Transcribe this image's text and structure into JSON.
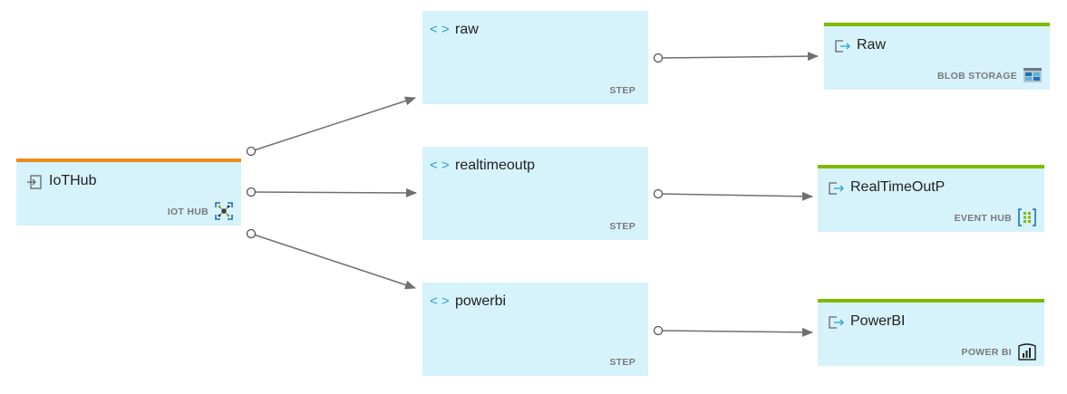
{
  "inputs": [
    {
      "name": "IoTHub",
      "kind": "IOT HUB",
      "icon": "iot-hub-icon"
    }
  ],
  "steps": [
    {
      "code_icon": "< >",
      "name": "raw",
      "kind": "STEP"
    },
    {
      "code_icon": "< >",
      "name": "realtimeoutp",
      "kind": "STEP"
    },
    {
      "code_icon": "< >",
      "name": "powerbi",
      "kind": "STEP"
    }
  ],
  "outputs": [
    {
      "name": "Raw",
      "kind": "BLOB STORAGE",
      "icon": "blob-storage-icon"
    },
    {
      "name": "RealTimeOutP",
      "kind": "EVENT HUB",
      "icon": "event-hub-icon"
    },
    {
      "name": "PowerBI",
      "kind": "POWER BI",
      "icon": "power-bi-icon"
    }
  ],
  "edges": [
    {
      "from": "IoTHub",
      "to": "raw"
    },
    {
      "from": "IoTHub",
      "to": "realtimeoutp"
    },
    {
      "from": "IoTHub",
      "to": "powerbi"
    },
    {
      "from": "raw",
      "to": "Raw"
    },
    {
      "from": "realtimeoutp",
      "to": "RealTimeOutP"
    },
    {
      "from": "powerbi",
      "to": "PowerBI"
    }
  ],
  "colors": {
    "node_bg": "#d6f2fb",
    "input_accent": "#ea8e1b",
    "output_accent": "#7fba00",
    "edge": "#707070",
    "code_icon": "#2aa2cd"
  }
}
